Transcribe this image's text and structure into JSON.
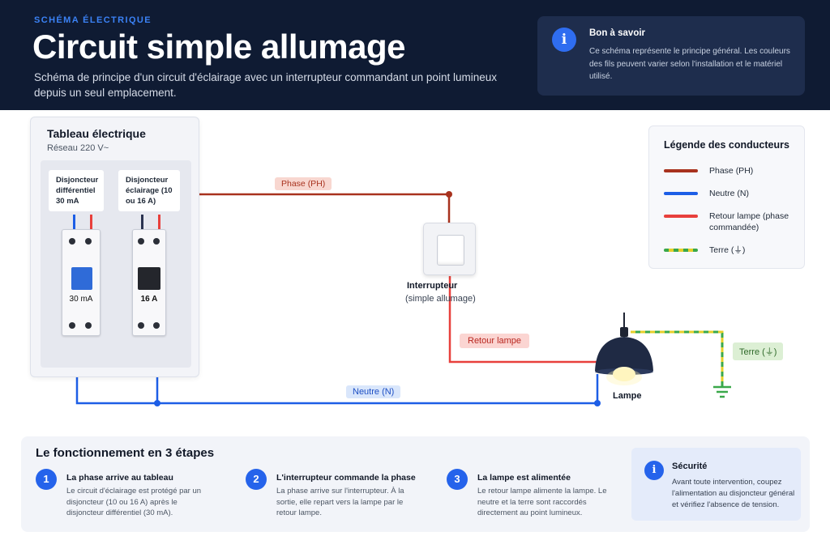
{
  "header": {
    "eyebrow": "SCHÉMA ÉLECTRIQUE",
    "title": "Circuit simple allumage",
    "subtitle": "Schéma de principe d'un circuit d'éclairage avec un interrupteur commandant un point lumineux depuis un seul emplacement."
  },
  "info": {
    "icon": "info-icon",
    "title": "Bon à savoir",
    "text": "Ce schéma représente le principe général. Les couleurs des fils peuvent varier selon l'installation et le matériel utilisé."
  },
  "panel": {
    "title": "Tableau électrique",
    "subtitle": "Réseau 220 V~",
    "breakers": [
      {
        "label": "Disjoncteur différentiel 30 mA",
        "rating": "30 mA",
        "toggle_color": "#2f6bd8"
      },
      {
        "label": "Disjoncteur éclairage (10 ou 16 A)",
        "rating": "16 A",
        "toggle_color": "#24262c"
      }
    ]
  },
  "switch": {
    "name": "Interrupteur",
    "subtitle": "(simple allumage)"
  },
  "lamp": {
    "label": "Lampe"
  },
  "wire_tags": {
    "phase": "Phase (PH)",
    "retour": "Retour lampe",
    "neutre": "Neutre (N)",
    "terre": "Terre (⏚)"
  },
  "legend": {
    "title": "Légende des conducteurs",
    "items": [
      {
        "label": "Phase (PH)",
        "color": "#a8321e"
      },
      {
        "label": "Neutre (N)",
        "color": "#1d5ee6"
      },
      {
        "label": "Retour lampe (phase commandée)",
        "color": "#e8403c"
      },
      {
        "label": "Terre (⏚)",
        "color": "#3aa84a",
        "stripe": "#e6cf2a"
      }
    ]
  },
  "colors": {
    "phase": "#a8321e",
    "neutre": "#1d5ee6",
    "retour": "#e8403c",
    "terre_green": "#3aa84a",
    "terre_yellow": "#e6cf2a",
    "header_bg": "#0f1b33",
    "accent": "#2563eb"
  },
  "steps": {
    "title": "Le fonctionnement en 3 étapes",
    "items": [
      {
        "num": "1",
        "title": "La phase arrive au tableau",
        "text": "Le circuit d'éclairage est protégé par un disjoncteur (10 ou 16 A) après le disjoncteur différentiel (30 mA)."
      },
      {
        "num": "2",
        "title": "L'interrupteur commande la phase",
        "text": "La phase arrive sur l'interrupteur. À la sortie, elle repart vers la lampe par le retour lampe."
      },
      {
        "num": "3",
        "title": "La lampe est alimentée",
        "text": "Le retour lampe alimente la lampe. Le neutre et la terre sont raccordés directement au point lumineux."
      }
    ]
  },
  "safety": {
    "icon": "info-icon",
    "title": "Sécurité",
    "text": "Avant toute intervention, coupez l'alimentation au disjoncteur général et vérifiez l'absence de tension."
  }
}
